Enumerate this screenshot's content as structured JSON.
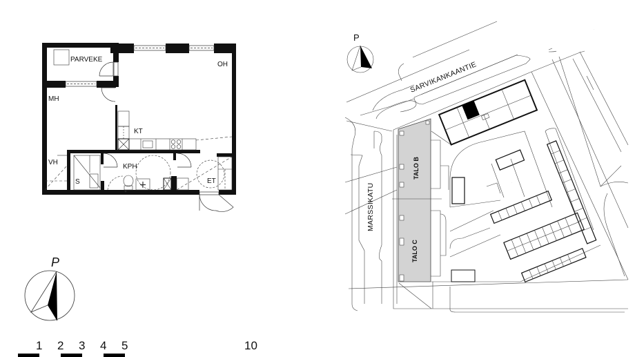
{
  "floor_plan": {
    "rooms": {
      "balcony": "PARVEKE",
      "living_room": "OH",
      "bedroom": "MH",
      "kitchen": "KT",
      "wardrobe": "VH",
      "bathroom": "KPH",
      "sauna": "S",
      "entrance_hall": "ET"
    },
    "compass_label": "P"
  },
  "scale_bar": {
    "ticks": [
      "1",
      "2",
      "3",
      "4",
      "5",
      "10"
    ],
    "bar_color": "#000000"
  },
  "site_plan": {
    "compass_label": "P",
    "streets": {
      "north": "SARVIKANKAANTIE",
      "west": "MARSSIKATU"
    },
    "buildings": {
      "talo_b": "TALO B",
      "talo_c": "TALO C"
    },
    "colors": {
      "highlight_building": "#d3d3d3",
      "selected_apartment": "#000000",
      "line": "#333333"
    }
  }
}
